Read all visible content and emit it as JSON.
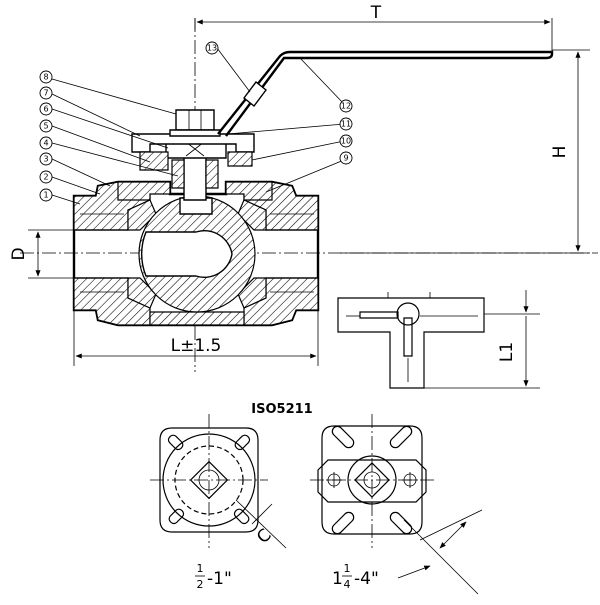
{
  "dimensions": {
    "top_length": "T",
    "height": "H",
    "diameter": "D",
    "length": "L±1.5",
    "port_offset": "L1",
    "flange_c": "C"
  },
  "standard_label": "ISO5211",
  "size_ranges": [
    {
      "frac_num": "1",
      "frac_den": "2",
      "rest": "-1\""
    },
    {
      "whole": "1",
      "frac_num": "1",
      "frac_den": "4",
      "rest": "-4\""
    }
  ],
  "callouts": [
    "1",
    "2",
    "3",
    "4",
    "5",
    "6",
    "7",
    "8",
    "9",
    "10",
    "11",
    "12",
    "13"
  ]
}
